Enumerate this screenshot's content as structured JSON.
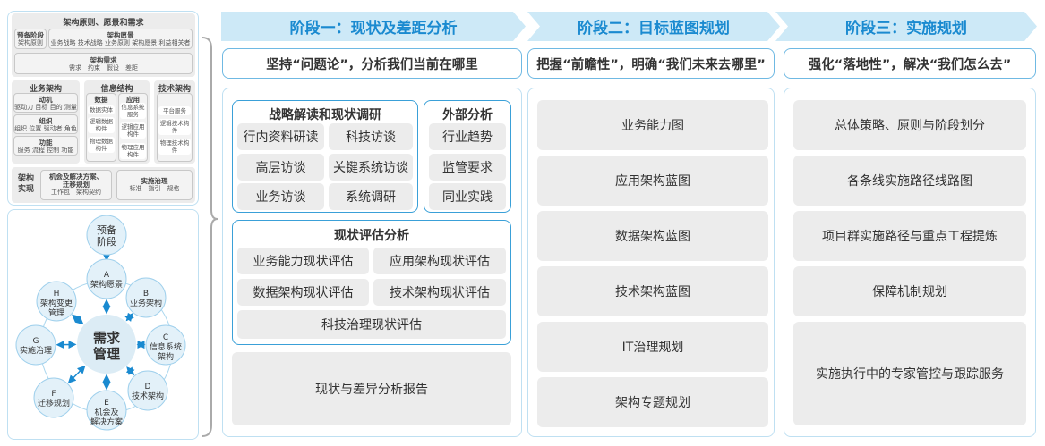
{
  "left_top": {
    "title": "架构原则、愿景和需求",
    "prelim": {
      "title": "预备阶段",
      "items": "架构原则"
    },
    "vision": {
      "title": "架构愿景",
      "items": "业务战略 技术战略 业务原则 架构愿景 利益相关者"
    },
    "requirements": {
      "title": "架构需求",
      "items": "需求　约束　假设　差距"
    },
    "business": {
      "title": "业务架构",
      "groups": [
        {
          "title": "动机",
          "items": "驱动力 目标 目的 测量"
        },
        {
          "title": "组织",
          "items": "组织 位置 驱动者 角色"
        },
        {
          "title": "功能",
          "items": "服务 流程 控制 功能"
        }
      ]
    },
    "info": {
      "title": "信息结构",
      "data": {
        "title": "数据",
        "items": [
          "数据实体",
          "逻辑数据构件",
          "物理数据构件"
        ]
      },
      "app": {
        "title": "应用",
        "items": [
          "信息系统服务",
          "逻辑应用构件",
          "物理应用构件"
        ]
      }
    },
    "tech": {
      "title": "技术架构",
      "items": [
        "平台服务",
        "逻辑技术构件",
        "物理技术构件"
      ]
    },
    "impl": {
      "title": "架构实现",
      "opportunity": {
        "title": "机会及解决方案、迁移规划",
        "items": "工作包　架构契约"
      },
      "governance": {
        "title": "实施治理",
        "items": "标准　指引　规格"
      }
    }
  },
  "cycle": {
    "center": [
      "需求",
      "管理"
    ],
    "prelim": [
      "预备",
      "阶段"
    ],
    "nodes": [
      {
        "letter": "A",
        "lines": [
          "架构愿景"
        ]
      },
      {
        "letter": "B",
        "lines": [
          "业务架构"
        ]
      },
      {
        "letter": "C",
        "lines": [
          "信息系统",
          "架构"
        ]
      },
      {
        "letter": "D",
        "lines": [
          "技术架构"
        ]
      },
      {
        "letter": "E",
        "lines": [
          "机会及",
          "解决方案"
        ]
      },
      {
        "letter": "F",
        "lines": [
          "迁移规划"
        ]
      },
      {
        "letter": "G",
        "lines": [
          "实施治理"
        ]
      },
      {
        "letter": "H",
        "lines": [
          "架构变更",
          "管理"
        ]
      }
    ]
  },
  "stages": [
    {
      "title": "阶段一：现状及差距分析",
      "motto": "坚持“问题论”，分析我们当前在哪里"
    },
    {
      "title": "阶段二：目标蓝图规划",
      "motto": "把握“前瞻性”，明确“我们未来去哪里”"
    },
    {
      "title": "阶段三：实施规划",
      "motto": "强化“落地性”，解决“我们怎么去”"
    }
  ],
  "stage1": {
    "research": {
      "title": "战略解读和现状调研",
      "items": [
        "行内资料研读",
        "科技访谈",
        "高层访谈",
        "关键系统访谈",
        "业务访谈",
        "系统调研"
      ]
    },
    "external": {
      "title": "外部分析",
      "items": [
        "行业趋势",
        "监管要求",
        "同业实践"
      ]
    },
    "assessment": {
      "title": "现状评估分析",
      "items": [
        "业务能力现状评估",
        "应用架构现状评估",
        "数据架构现状评估",
        "技术架构现状评估",
        "科技治理现状评估"
      ]
    },
    "report": "现状与差异分析报告"
  },
  "stage2": {
    "items": [
      "业务能力图",
      "应用架构蓝图",
      "数据架构蓝图",
      "技术架构蓝图",
      "IT治理规划",
      "架构专题规划"
    ]
  },
  "stage3": {
    "items": [
      "总体策略、原则与阶段划分",
      "各条线实施路径线路图",
      "项目群实施路径与重点工程提炼",
      "保障机制规划",
      "实施执行中的专家管控与跟踪服务"
    ]
  },
  "colors": {
    "accent": "#1a8ad0",
    "stage_bg": "#cde9f7",
    "border": "#3aa0d8",
    "gray": "#ececec"
  }
}
